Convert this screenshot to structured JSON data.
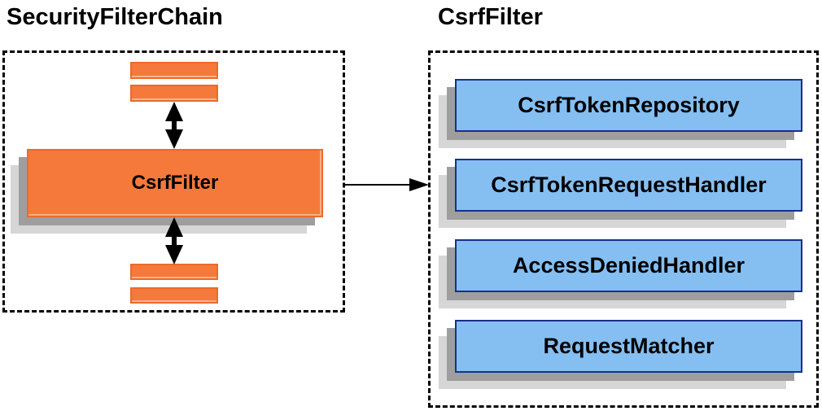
{
  "diagram": {
    "left_panel": {
      "title": "SecurityFilterChain",
      "filter_box_label": "CsrfFilter"
    },
    "right_panel": {
      "title": "CsrfFilter",
      "components": [
        {
          "label": "CsrfTokenRepository"
        },
        {
          "label": "CsrfTokenRequestHandler"
        },
        {
          "label": "AccessDeniedHandler"
        },
        {
          "label": "RequestMatcher"
        }
      ]
    },
    "colors": {
      "orange_fill": "#F4793B",
      "orange_border": "#ED6A28",
      "blue_fill": "#85BFF2",
      "blue_border": "#1B2D91",
      "shadow_dark": "#9E9E9E",
      "shadow_light": "#D6D6D6",
      "line_color": "#000000"
    }
  }
}
